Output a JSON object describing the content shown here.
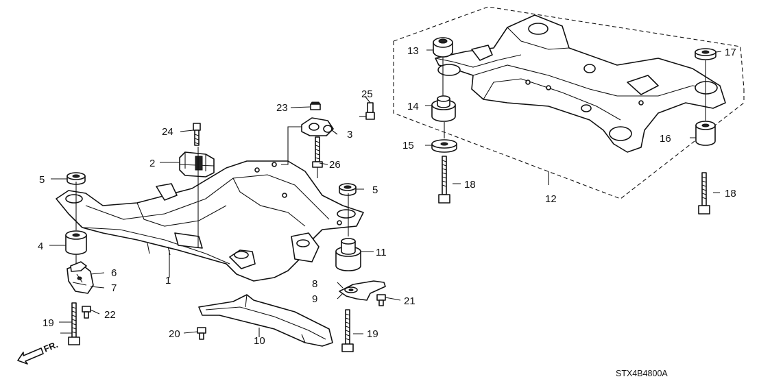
{
  "diagram": {
    "callouts": {
      "c1": "1",
      "c2": "2",
      "c3": "3",
      "c4": "4",
      "c5a": "5",
      "c5b": "5",
      "c6": "6",
      "c7": "7",
      "c8": "8",
      "c9": "9",
      "c10": "10",
      "c11": "11",
      "c12": "12",
      "c13": "13",
      "c14": "14",
      "c15": "15",
      "c16": "16",
      "c17": "17",
      "c18a": "18",
      "c18b": "18",
      "c19a": "19",
      "c19b": "19",
      "c20": "20",
      "c21": "21",
      "c22": "22",
      "c23": "23",
      "c24": "24",
      "c25": "25",
      "c26": "26"
    },
    "front_indicator": "FR.",
    "drawing_code": "STX4B4800A",
    "colors": {
      "line": "#111111",
      "background": "#ffffff"
    }
  }
}
